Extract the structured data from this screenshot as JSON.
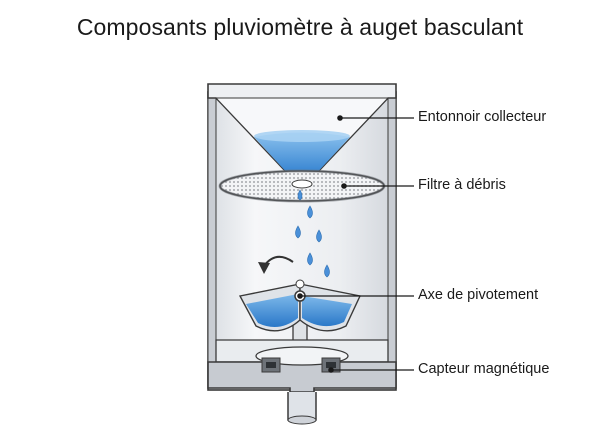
{
  "title": "Composants pluviomètre à auget basculant",
  "labels": {
    "funnel": "Entonnoir collecteur",
    "filter": "Filtre à débris",
    "pivot": "Axe de pivotement",
    "sensor": "Capteur magnétique"
  },
  "colors": {
    "outline": "#3a3a3a",
    "body": "#e9ebee",
    "water": "#4a90d9",
    "water_light": "#8cc2ee"
  },
  "icons": {
    "rotation": "curved-arrow-icon",
    "drops": "water-drop-icon"
  }
}
